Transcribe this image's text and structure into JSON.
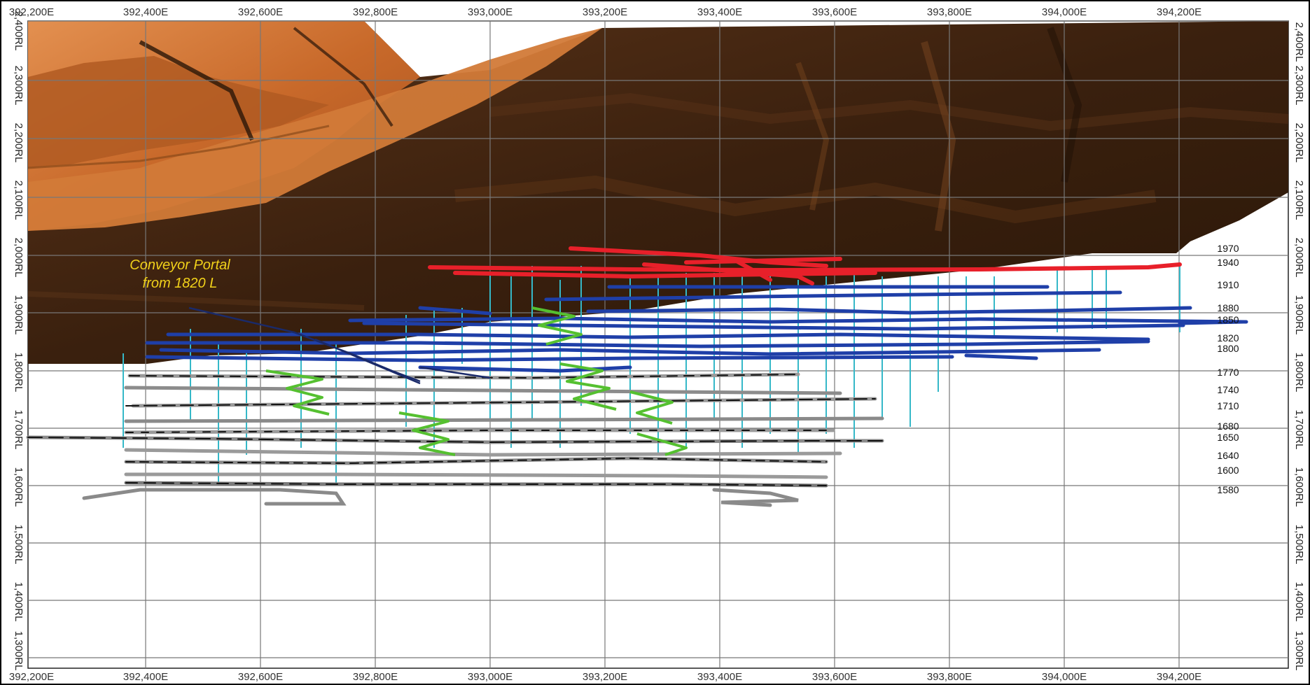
{
  "easting_labels": [
    "392,200E",
    "392,400E",
    "392,600E",
    "392,800E",
    "393,000E",
    "393,200E",
    "393,400E",
    "393,600E",
    "393,800E",
    "394,000E",
    "394,200E"
  ],
  "rl_labels": [
    "2,400RL",
    "2,300RL",
    "2,200RL",
    "2,100RL",
    "2,000RL",
    "1,900RL",
    "1,800RL",
    "1,700RL",
    "1,600RL",
    "1,500RL",
    "1,400RL",
    "1,300RL"
  ],
  "level_labels": [
    "1970",
    "1940",
    "1910",
    "1880",
    "1850",
    "1820",
    "1800",
    "1770",
    "1740",
    "1710",
    "1680",
    "1650",
    "1640",
    "1600",
    "1580"
  ],
  "annotation": {
    "line1": "Conveyor Portal",
    "line2": "from 1820 L"
  },
  "colors": {
    "terrain_dark": "#3b2210",
    "terrain_mid": "#6a3d1c",
    "terrain_orange": "#c8692a",
    "terrain_light": "#e08a45",
    "upper_levels": "#e8202a",
    "mid_levels": "#1f3fa8",
    "lower_levels": "#8a8a8a",
    "ramp": "#55c030",
    "raises": "#35b8c8",
    "annotation": "#f2d21a",
    "grid": "#777777"
  }
}
